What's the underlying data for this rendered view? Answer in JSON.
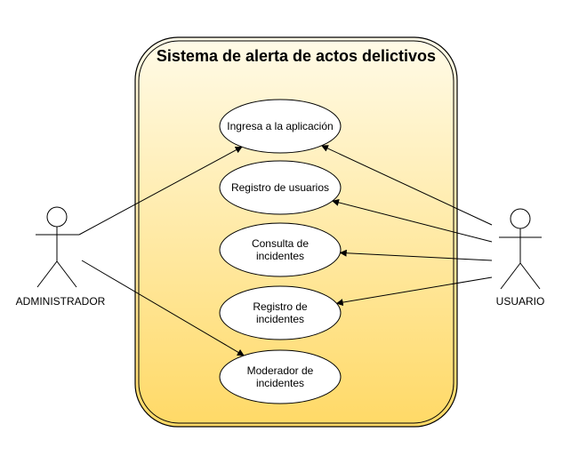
{
  "system": {
    "title": "Sistema de alerta de actos delictivos",
    "fill_top": "#fffbe8",
    "fill_bottom": "#ffd966"
  },
  "actors": {
    "admin": {
      "name": "ADMINISTRADOR"
    },
    "user": {
      "name": "USUARIO"
    }
  },
  "use_cases": [
    {
      "id": "ingresa",
      "lines": [
        "Ingresa a la aplicación"
      ]
    },
    {
      "id": "registro-usuarios",
      "lines": [
        "Registro de usuarios"
      ]
    },
    {
      "id": "consulta-incidentes",
      "lines": [
        "Consulta de",
        "incidentes"
      ]
    },
    {
      "id": "registro-incidentes",
      "lines": [
        "Registro de",
        "incidentes"
      ]
    },
    {
      "id": "moderador-incidentes",
      "lines": [
        "Moderador de",
        "incidentes"
      ]
    }
  ],
  "associations": [
    {
      "from": "admin",
      "to": "ingresa"
    },
    {
      "from": "admin",
      "to": "moderador-incidentes"
    },
    {
      "from": "user",
      "to": "ingresa"
    },
    {
      "from": "user",
      "to": "registro-usuarios"
    },
    {
      "from": "user",
      "to": "consulta-incidentes"
    },
    {
      "from": "user",
      "to": "registro-incidentes"
    }
  ]
}
